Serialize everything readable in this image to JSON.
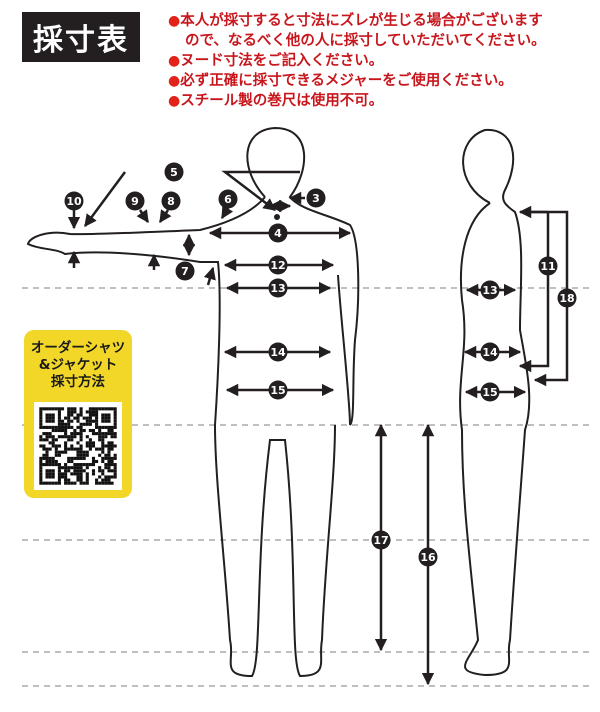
{
  "title": "採寸表",
  "notes": [
    {
      "line1": "本人が採寸すると寸法にズレが生じる場合がございます",
      "line2": "ので、なるべく他の人に採寸していただいてください。"
    },
    {
      "line1": "ヌード寸法をご記入ください。"
    },
    {
      "line1": "必ず正確に採寸できるメジャーをご使用ください。"
    },
    {
      "line1": "スチール製の巻尺は使用不可。"
    }
  ],
  "bullet": "●",
  "qr": {
    "line1": "オーダーシャツ",
    "line2": "&ジャケット",
    "line3": "採寸方法"
  },
  "markers": [
    "3",
    "4",
    "5",
    "6",
    "7",
    "8",
    "9",
    "10",
    "11",
    "12",
    "13",
    "14",
    "15",
    "16",
    "17",
    "18"
  ],
  "colors": {
    "accent": "#c8161d",
    "qr_bg": "#f2d728",
    "marker": "#231f20"
  }
}
